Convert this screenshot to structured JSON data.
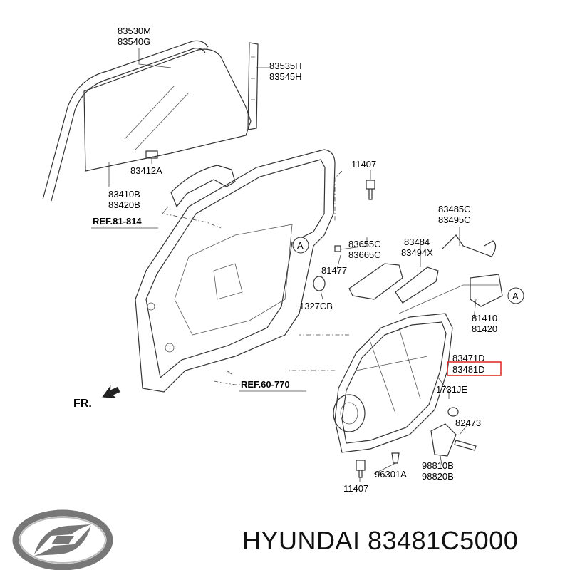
{
  "brand": {
    "name": "HYUNDAI",
    "part_number": "83481C5000",
    "logo_icon": "hyundai-logo-icon"
  },
  "labels": {
    "p83530M": "83530M",
    "p83540G": "83540G",
    "p83535H": "83535H",
    "p83545H": "83545H",
    "p83412A": "83412A",
    "p83410B": "83410B",
    "p83420B": "83420B",
    "p11407_top": "11407",
    "p83485C": "83485C",
    "p83495C": "83495C",
    "p83655C": "83655C",
    "p83665C": "83665C",
    "p83484": "83484",
    "p83494X": "83494X",
    "p81477": "81477",
    "p1327CB": "1327CB",
    "p81410": "81410",
    "p81420": "81420",
    "p83471D": "83471D",
    "p83481D": "83481D",
    "p1731JE": "1731JE",
    "p82473": "82473",
    "p98810B": "98810B",
    "p98820B": "98820B",
    "p96301A": "96301A",
    "p11407_bottom": "11407"
  },
  "refs": {
    "ref81": "REF.81-814",
    "ref60": "REF.60-770"
  },
  "callouts": {
    "a_left": "A",
    "a_right": "A"
  },
  "direction": "FR.",
  "colors": {
    "highlight": "#e03030",
    "line": "#333333"
  }
}
